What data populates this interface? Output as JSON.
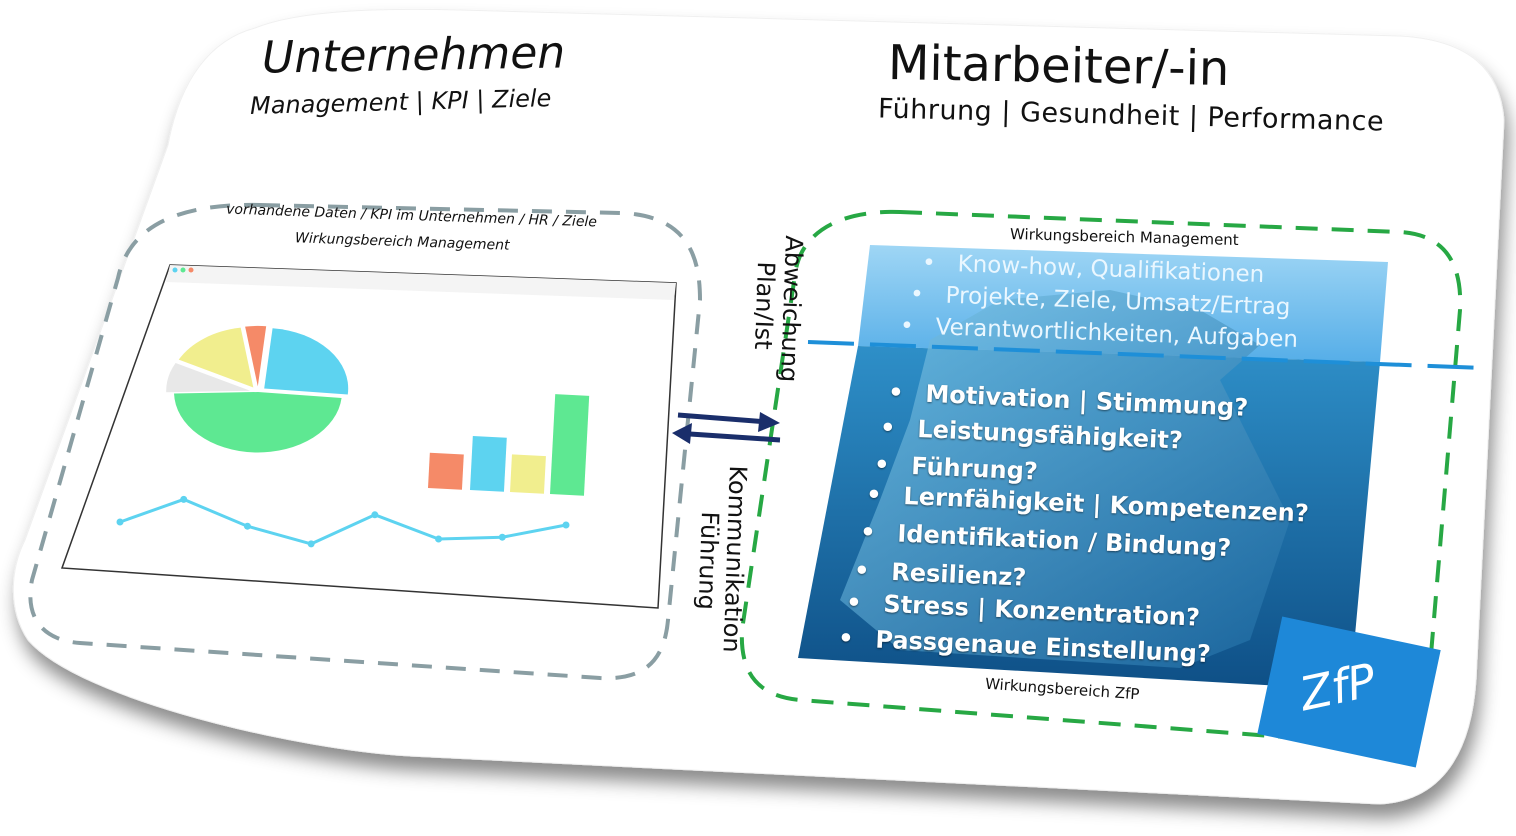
{
  "left": {
    "title": "Unternehmen",
    "subtitle": "Management | KPI | Ziele",
    "caption_line1": "vorhandene Daten / KPI im Unternehmen /  HR / Ziele",
    "caption_line2": "Wirkungsbereich Management"
  },
  "right": {
    "title": "Mitarbeiter/-in",
    "subtitle": "Führung | Gesundheit | Performance",
    "caption_top": "Wirkungsbereich Management",
    "caption_bottom": "Wirkungsbereich ZfP",
    "above_water": [
      "Know-how, Qualifikationen",
      "Projekte, Ziele, Umsatz/Ertrag",
      "Verantwortlichkeiten, Aufgaben"
    ],
    "below_water": [
      "Motivation | Stimmung?",
      "Leistungsfähigkeit?",
      "Führung?",
      "Lernfähigkeit | Kompetenzen?",
      "Identifikation / Bindung?",
      "Resilienz?",
      "Stress | Konzentration?",
      "Passgenaue Einstellung?"
    ],
    "badge": "ZfP"
  },
  "middle": {
    "line1": "Abweichung",
    "line2": "Plan/Ist",
    "line3": "Kommunikation",
    "line4": "Führung"
  },
  "colors": {
    "left_dash": "#8a9ea3",
    "right_dash": "#27a844",
    "arrow": "#1a2e6b",
    "badge": "#1e88d8",
    "pie_blue": "#5dd3f0",
    "pie_green": "#5ee892",
    "pie_orange": "#f58a68",
    "pie_yellow": "#f1ee8e",
    "water_line": "#1e8fd8"
  },
  "chart_data": [
    {
      "type": "pie",
      "values": [
        25,
        48,
        8,
        15,
        4
      ],
      "colors": [
        "#5dd3f0",
        "#5ee892",
        "#e8e8e8",
        "#f1ee8e",
        "#f58a68"
      ]
    },
    {
      "type": "bar",
      "values": [
        30,
        46,
        32,
        85
      ],
      "colors": [
        "#f58a68",
        "#5dd3f0",
        "#f1ee8e",
        "#5ee892"
      ]
    },
    {
      "type": "line",
      "values": [
        20,
        38,
        18,
        5,
        28,
        10,
        12,
        22
      ]
    }
  ]
}
